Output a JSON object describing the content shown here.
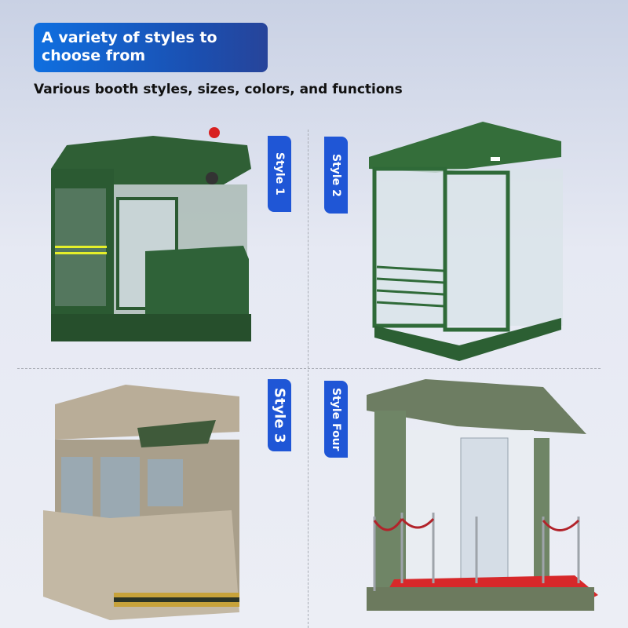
{
  "header": {
    "title": "A variety of styles to choose from",
    "subtitle": "Various booth styles, sizes, colors, and functions"
  },
  "styles": [
    {
      "label": "Style 1",
      "color": "#2f5f35"
    },
    {
      "label": "Style 2",
      "color": "#2f6a38"
    },
    {
      "label": "Style 3",
      "color": "#b9ad98"
    },
    {
      "label": "Style Four",
      "color": "#6d7d62"
    }
  ],
  "colors": {
    "accent": "#1f56d6"
  }
}
